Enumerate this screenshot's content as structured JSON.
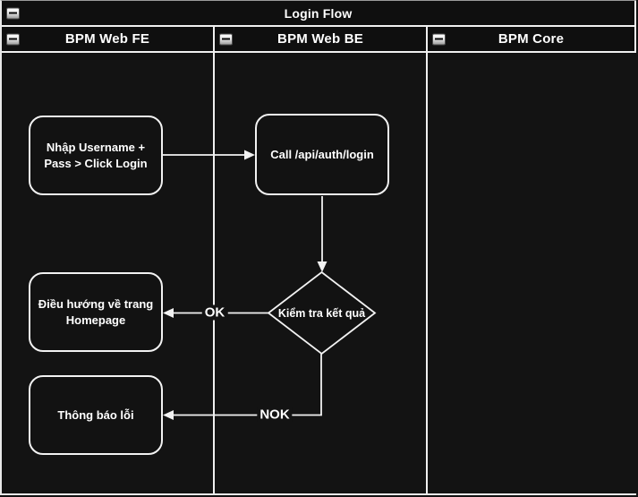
{
  "pool": {
    "title": "Login Flow"
  },
  "lanes": [
    {
      "title": "BPM Web FE"
    },
    {
      "title": "BPM Web BE"
    },
    {
      "title": "BPM Core"
    }
  ],
  "nodes": {
    "input_login": "Nhập Username + Pass > Click Login",
    "call_api": "Call /api/auth/login",
    "check_result": "Kiểm tra kết quả",
    "navigate_home": "Điều hướng về trang Homepage",
    "error_message": "Thông báo lỗi"
  },
  "edge_labels": {
    "ok": "OK",
    "nok": "NOK"
  },
  "colors": {
    "background": "#131313",
    "line": "#f2f2f2",
    "text": "#ffffff"
  }
}
